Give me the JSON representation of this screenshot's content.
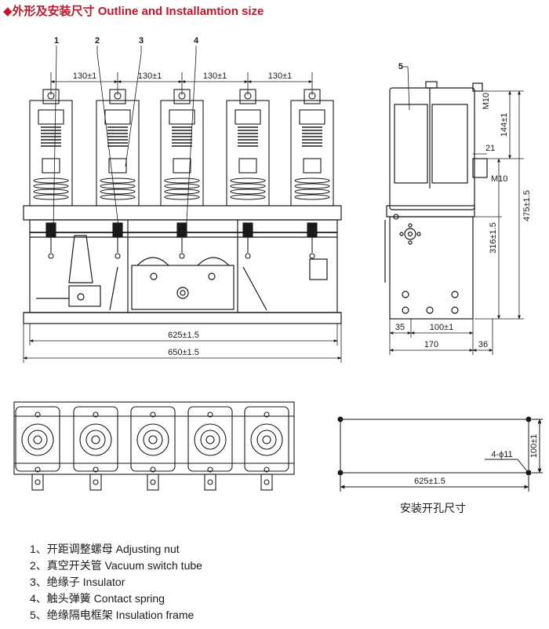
{
  "title": "◆外形及安装尺寸 Outline and Installamtion size",
  "front_view": {
    "pitch_labels": [
      "130±1",
      "130±1",
      "130±1",
      "130±1"
    ],
    "callouts": [
      "1",
      "2",
      "3",
      "4"
    ],
    "width_inner": "625±1.5",
    "width_outer": "650±1.5"
  },
  "side_view": {
    "callout": "5",
    "thread_top": "M10",
    "thread_mid": "M10",
    "dim_144": "144±1",
    "dim_21": "21",
    "dim_475": "475±1.5",
    "dim_316": "316±1.5",
    "dim_35": "35",
    "dim_100": "100±1",
    "dim_170": "170",
    "dim_36": "36"
  },
  "mounting": {
    "caption": "安装开孔尺寸",
    "dim_height": "100±1",
    "dim_width": "625±1.5",
    "holes": "4-ϕ11"
  },
  "legend": [
    {
      "num": "1、",
      "text": "开距调整螺母 Adjusting nut"
    },
    {
      "num": "2、",
      "text": "真空开关管 Vacuum switch tube"
    },
    {
      "num": "3、",
      "text": "绝缘子 Insulator"
    },
    {
      "num": "4、",
      "text": "触头弹簧 Contact spring"
    },
    {
      "num": "5、",
      "text": "绝缘隔电框架 Insulation frame"
    }
  ]
}
